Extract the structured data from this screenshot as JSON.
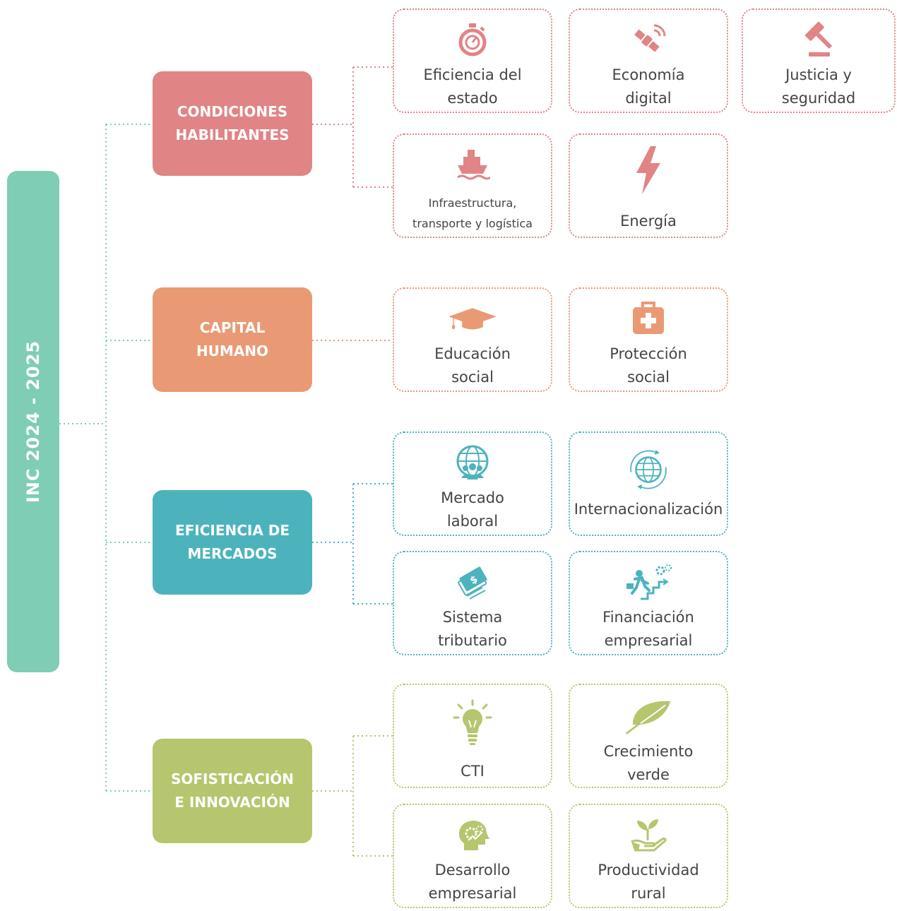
{
  "root": {
    "label": "INC 2024 - 2025"
  },
  "colors": {
    "root": "#7ecdb4",
    "red": "#e08486",
    "orange": "#e99a74",
    "teal": "#4cb3bd",
    "green": "#b5c66e"
  },
  "pillars": [
    {
      "lines": [
        "CONDICIONES",
        "HABILITANTES"
      ],
      "color": "#e08486",
      "items": [
        {
          "lines": [
            "Eficiencia del",
            "estado"
          ],
          "icon": "stopwatch-icon"
        },
        {
          "lines": [
            "Economía",
            "digital"
          ],
          "icon": "satellite-icon"
        },
        {
          "lines": [
            "Justicia y",
            "seguridad"
          ],
          "icon": "gavel-icon"
        },
        {
          "lines": [
            "Infraestructura,",
            "transporte y logística"
          ],
          "icon": "ship-icon"
        },
        {
          "lines": [
            "Energía"
          ],
          "icon": "lightning-icon"
        }
      ]
    },
    {
      "lines": [
        "CAPITAL",
        "HUMANO"
      ],
      "color": "#e99a74",
      "items": [
        {
          "lines": [
            "Educación",
            "social"
          ],
          "icon": "graduation-cap-icon"
        },
        {
          "lines": [
            "Protección",
            "social"
          ],
          "icon": "first-aid-kit-icon"
        }
      ]
    },
    {
      "lines": [
        "EFICIENCIA DE",
        "MERCADOS"
      ],
      "color": "#4cb3bd",
      "items": [
        {
          "lines": [
            "Mercado",
            "laboral"
          ],
          "icon": "globe-people-icon"
        },
        {
          "lines": [
            "Internacionalización"
          ],
          "icon": "globe-arrows-icon"
        },
        {
          "lines": [
            "Sistema",
            "tributario"
          ],
          "icon": "money-bills-icon"
        },
        {
          "lines": [
            "Financiación",
            "empresarial"
          ],
          "icon": "stairs-businessman-icon"
        }
      ]
    },
    {
      "lines": [
        "SOFISTICACIÓN",
        "E INNOVACIÓN"
      ],
      "color": "#b5c66e",
      "items": [
        {
          "lines": [
            "CTI"
          ],
          "icon": "lightbulb-icon"
        },
        {
          "lines": [
            "Crecimiento",
            "verde"
          ],
          "icon": "leaf-icon"
        },
        {
          "lines": [
            "Desarrollo",
            "empresarial"
          ],
          "icon": "head-gears-icon"
        },
        {
          "lines": [
            "Productividad",
            "rural"
          ],
          "icon": "sprout-hand-icon"
        }
      ]
    }
  ]
}
